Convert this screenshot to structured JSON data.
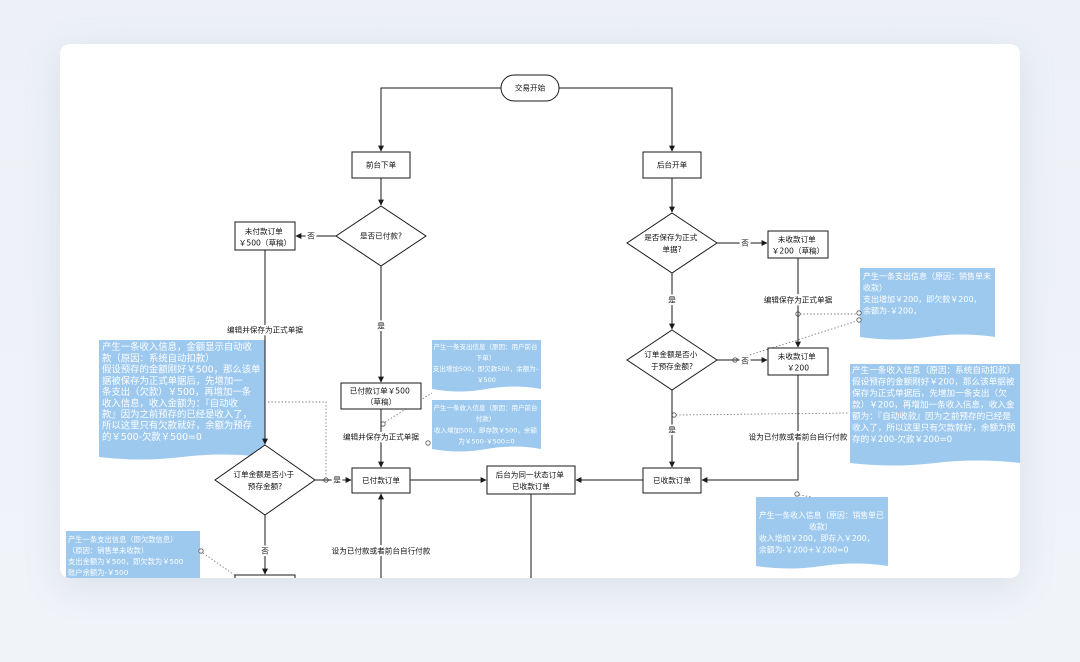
{
  "colors": {
    "note_fill": "#9dc9ef",
    "line": "#1a1a1a",
    "connector": "#7a7a7a",
    "background": "#eef1f6",
    "card": "#ffffff"
  },
  "nodes": {
    "start": "交易开始",
    "front_order": "前台下单",
    "back_order": "后台开单",
    "decision_paid": "是否已付款?",
    "unpaid_draft": [
      "未付款订单",
      "￥500（草稿）"
    ],
    "paid_draft": [
      "已付款订单￥500",
      "（草稿）"
    ],
    "paid_order": "已付款订单",
    "decision_amount_left": [
      "订单金额是否小于",
      "预存金额?"
    ],
    "backend_same_status": [
      "后台为同一状态订单",
      "已收款订单"
    ],
    "decision_save": [
      "是否保存为正式",
      "单据?"
    ],
    "unreceived_draft": [
      "未收款订单",
      "￥200（草稿）"
    ],
    "unreceived": [
      "未收款订单",
      "￥200"
    ],
    "decision_amount_right": [
      "订单金额是否小",
      "于预存金额?"
    ],
    "received_order": "已收款订单"
  },
  "edges": {
    "no_paid": "否",
    "edit_save_left": "编辑并保存为正式单据",
    "yes_paid": "是",
    "edit_save_mid": "编辑并保存为正式单据",
    "yes_amount_left": "是",
    "no_amount_left": "否",
    "set_paid_left": "设为已付款或者前台自行付款",
    "no_save": "否",
    "edit_save_right": "编辑保存为正式单据",
    "yes_save": "是",
    "no_amount_right": "否",
    "yes_amount_right": "是",
    "set_paid_right": "设为已付款或者前台自行付款"
  },
  "notes": {
    "auto_income_left": [
      "产生一条收入信息，金额显示自动收",
      "款（原因：系统自动扣款）",
      "假设预存的金额刚好￥500，那么该单",
      "据被保存为正式单据后，先增加一",
      "条支出（欠款）￥500，再增加一条",
      "收入信息，收入金额为：『自动收",
      "款』因为之前预存的已经是收入了，",
      "所以这里只有欠款就好，余额为预存",
      "的￥500-欠款￥500=0"
    ],
    "expense_front_order": [
      "产生一条支出信息（原因：用户前台",
      "下单）",
      "支出增加500，即欠款500，余额为-",
      "￥500"
    ],
    "income_front_pay": [
      "产生一条收入信息（原因：用户前台",
      "付款）",
      "收入增加500，即存款￥500，余额",
      "为￥500-￥500=0"
    ],
    "expense_unpaid_left": [
      "产生一条支出信息（即欠款信息）",
      "（原因：销售单未收款）",
      "支出金额为￥500，即欠款为￥500",
      "账户余额为-￥500"
    ],
    "expense_unreceived_right": [
      "产生一条支出信息（原因：销售单未",
      "收款）",
      "支出增加￥200，即欠款￥200，",
      "余额为-￥200，"
    ],
    "auto_income_right": [
      "产生一条收入信息（原因：系统自动扣款）",
      "假设预存的金额刚好￥200，那么该单据被",
      "保存为正式单据后，先增加一条支出（欠",
      "款）￥200，再增加一条收入信息，收入金",
      "额为：『自动收款』因为之前预存的已经是",
      "收入了，所以这里只有欠款就好，余额为预",
      "存的￥200-欠款￥200=0"
    ],
    "income_received_right": [
      "产生一条收入信息（原因：销售单已",
      "收款）",
      "收入增加￥200，即存入￥200，",
      "余额为-￥200+￥200=0"
    ]
  }
}
